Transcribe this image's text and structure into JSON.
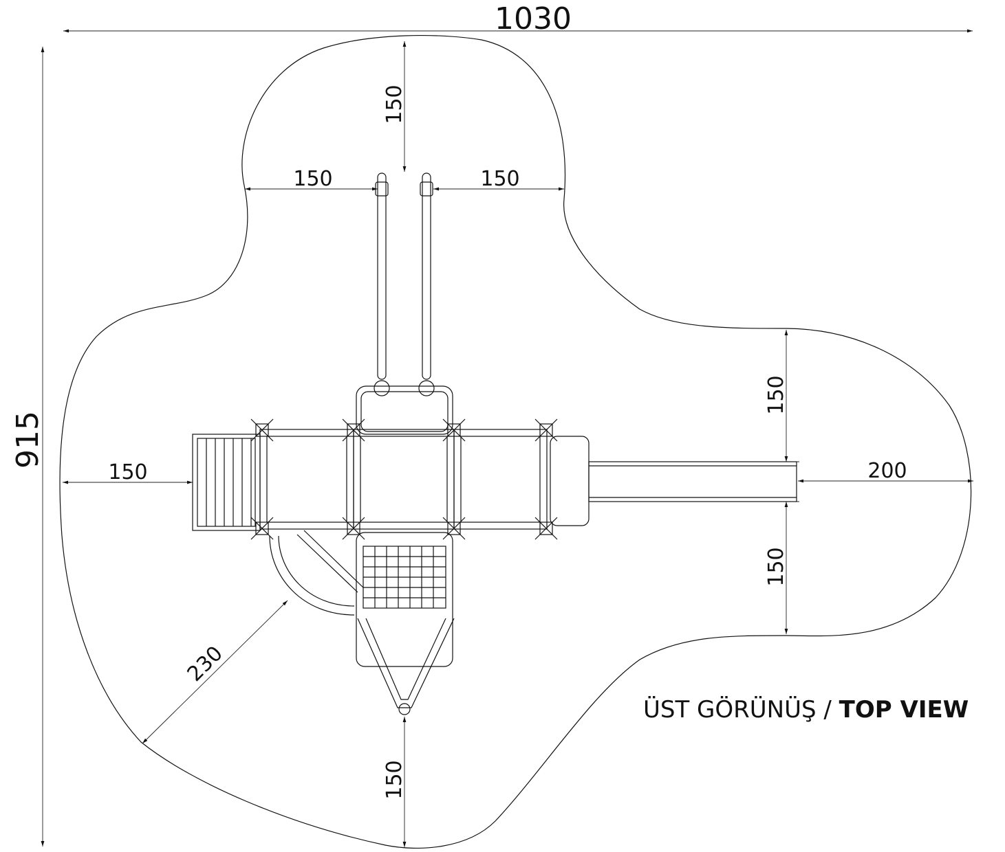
{
  "dimensions": {
    "overall_width": "1030",
    "overall_height": "915",
    "top_clearance": "150",
    "top_left_clearance": "150",
    "top_right_clearance": "150",
    "left_clearance": "150",
    "right_clearance": "200",
    "right_upper_clearance": "150",
    "right_lower_clearance": "150",
    "diagonal_clearance": "230",
    "bottom_clearance": "150"
  },
  "view_title": {
    "tr": "ÜST GÖRÜNÜŞ",
    "separator": " / ",
    "en": "TOP VIEW"
  }
}
